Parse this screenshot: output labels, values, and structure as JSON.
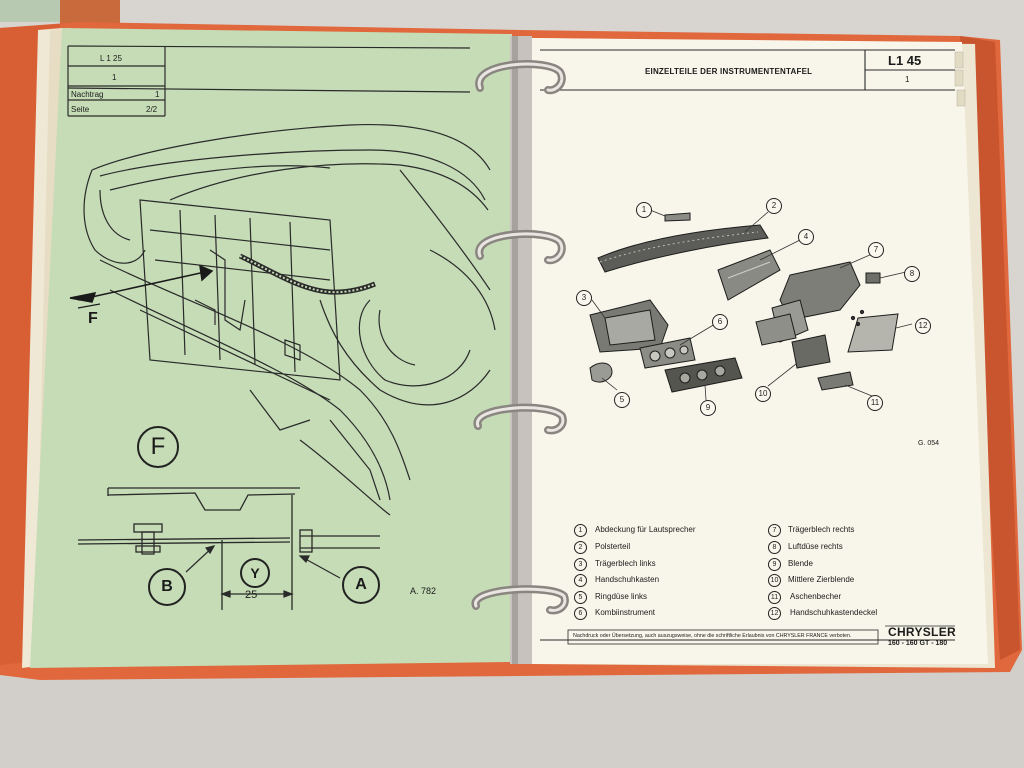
{
  "left_page": {
    "header": {
      "code": "L 1 25",
      "row2": "1",
      "nachtrag_label": "Nachtrag",
      "nachtrag_value": "1",
      "seite_label": "Seite",
      "seite_value": "2/2"
    },
    "view_letter": "F",
    "detail_circle": "F",
    "label_b": "B",
    "label_y": "Y",
    "label_a": "A",
    "dimension": "25",
    "figure_ref": "A. 782"
  },
  "right_page": {
    "title": "EINZELTEILE DER INSTRUMENTENTAFEL",
    "code": "L1 45",
    "row2": "1",
    "figure_ref": "G. 054",
    "parts": [
      {
        "num": "1",
        "label": "Abdeckung für Lautsprecher"
      },
      {
        "num": "2",
        "label": "Polsterteil"
      },
      {
        "num": "3",
        "label": "Trägerblech links"
      },
      {
        "num": "4",
        "label": "Handschuhkasten"
      },
      {
        "num": "5",
        "label": "Ringdüse links"
      },
      {
        "num": "6",
        "label": "Kombiinstrument"
      },
      {
        "num": "7",
        "label": "Trägerblech rechts"
      },
      {
        "num": "8",
        "label": "Luftdüse rechts"
      },
      {
        "num": "9",
        "label": "Blende"
      },
      {
        "num": "10",
        "label": "Mittlere Zierblende"
      },
      {
        "num": "11",
        "label": "Aschenbecher"
      },
      {
        "num": "12",
        "label": "Handschuhkastendeckel"
      }
    ],
    "footer_note": "Nachdruck oder Übersetzung, auch auszugsweise, ohne die schriftliche Erlaubnis von CHRYSLER FRANCE verboten.",
    "brand": "CHRYSLER",
    "models": "160 - 160 GT - 180"
  }
}
